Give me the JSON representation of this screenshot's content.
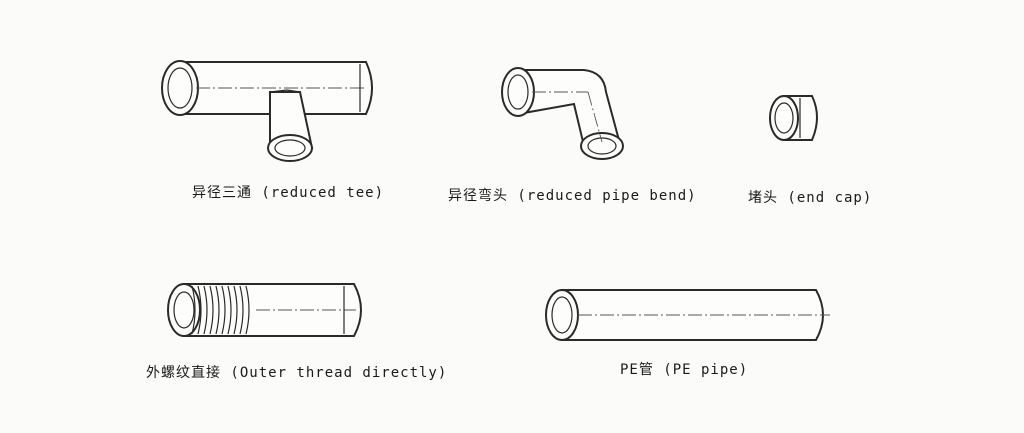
{
  "fittings": [
    {
      "id": "reduced-tee",
      "label": "异径三通 (reduced tee)"
    },
    {
      "id": "reduced-pipe-bend",
      "label": "异径弯头 (reduced pipe bend)"
    },
    {
      "id": "end-cap",
      "label": "堵头 (end cap)"
    },
    {
      "id": "outer-thread-direct",
      "label": "外螺纹直接 (Outer thread directly)"
    },
    {
      "id": "pe-pipe",
      "label": "PE管 (PE pipe)"
    }
  ]
}
